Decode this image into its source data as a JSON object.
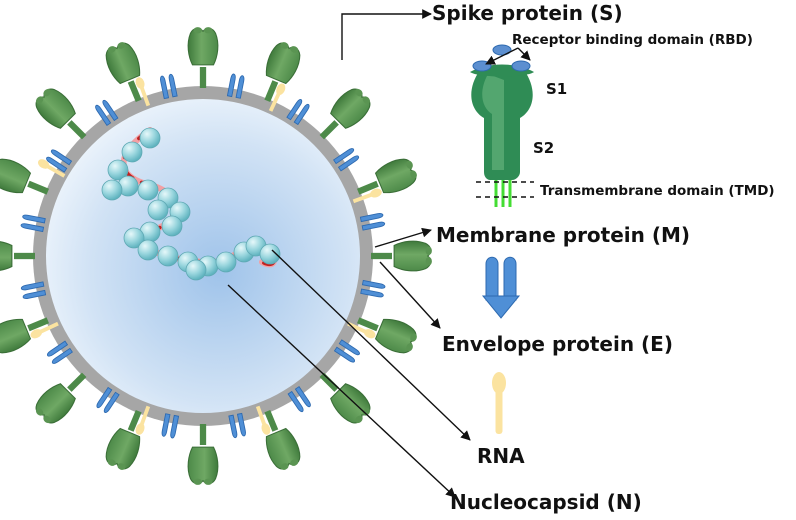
{
  "labels": {
    "spike": "Spike protein (S)",
    "rbd": "Receptor binding domain (RBD)",
    "s1": "S1",
    "s2": "S2",
    "tmd": "Transmembrane domain (TMD)",
    "membrane": "Membrane protein (M)",
    "envelope": "Envelope protein (E)",
    "rna": "RNA",
    "nucleocapsid": "Nucleocapsid (N)"
  },
  "colors": {
    "spike_green": "#5f9a56",
    "spike_green_light": "#78b06a",
    "membrane_blue": "#4f8fd6",
    "envelope_yellow": "#fbe3a0",
    "envelope_shell": "#a6a6a6",
    "interior_blue": "#c9dcf2",
    "rna_red": "#c2201f",
    "rna_pink": "#f2a0a4",
    "capsid_teal": "#8fd0d8",
    "tmd_green": "#44dd33"
  }
}
